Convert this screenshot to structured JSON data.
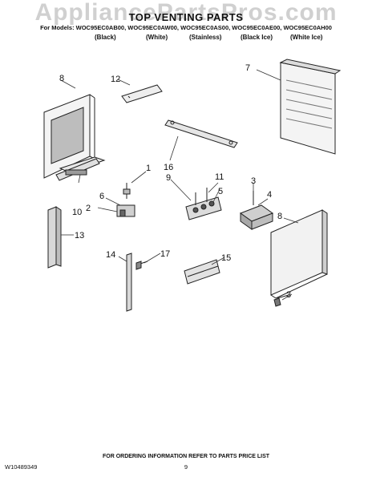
{
  "watermark": "AppliancePartsPros.com",
  "header": {
    "title": "TOP VENTING PARTS",
    "models_line": "For Models: WOC95EC0AB00, WOC95EC0AW00, WOC95EC0AS00, WOC95EC0AE00, WOC95EC0AH00",
    "finishes": [
      "(Black)",
      "(White)",
      "(Stainless)",
      "(Black Ice)",
      "(White Ice)"
    ]
  },
  "callouts": [
    "1",
    "2",
    "3",
    "3",
    "4",
    "5",
    "6",
    "7",
    "8",
    "8",
    "9",
    "10",
    "11",
    "12",
    "13",
    "14",
    "15",
    "16",
    "17"
  ],
  "footer": {
    "doc_id": "W10489349",
    "order_info": "FOR ORDERING INFORMATION REFER TO PARTS PRICE LIST",
    "page_number": "9"
  }
}
